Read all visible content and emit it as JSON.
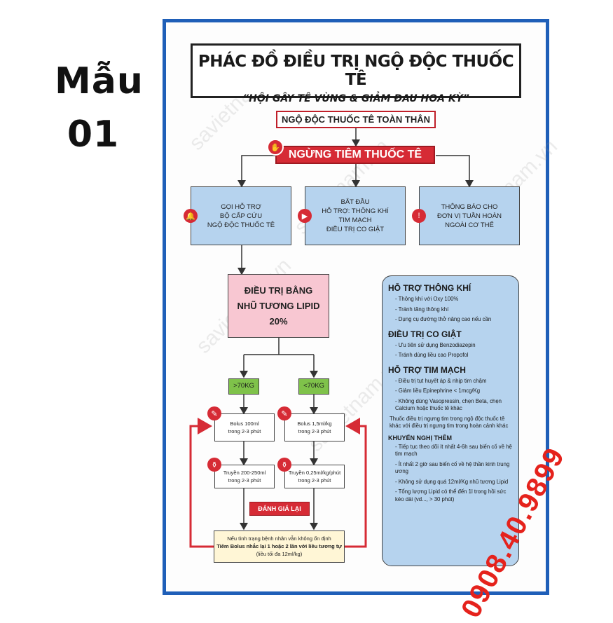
{
  "label": {
    "line1": "Mẫu",
    "line2": "01"
  },
  "poster": {
    "title": "PHÁC ĐỒ ĐIỀU TRỊ NGỘ ĐỘC THUỐC TÊ",
    "subtitle": "“HỘI GÂY TÊ VÙNG & GIẢM ĐAU HOA KỲ”",
    "top_box": "NGỘ ĐỘC THUỐC TÊ TOÀN THÂN",
    "stop_bar": "NGỪNG TIÊM THUỐC TÊ",
    "branches": [
      {
        "text": "GỌI HỖ TRỢ\nBỘ CẤP CỨU\nNGỘ ĐỘC THUỐC TÊ",
        "icon": "bell-icon"
      },
      {
        "text": "BẮT ĐẦU\nHỖ TRỢ: THÔNG KHÍ\nTIM MẠCH\nĐIỀU TRỊ CO GIẬT",
        "icon": "play-icon"
      },
      {
        "text": "THÔNG BÁO CHO\nĐƠN VỊ TUẦN HOÀN\nNGOÀI CƠ THỂ",
        "icon": "warning-icon"
      }
    ],
    "lipid_box": {
      "line1": "ĐIỀU TRỊ BẰNG",
      "line2": "NHŨ TƯƠNG LIPID",
      "line3": "20%"
    },
    "weight_left": ">70KG",
    "weight_right": "<70KG",
    "left_bolus": "Bolus 100ml\ntrong 2-3 phút",
    "left_infusion": "Truyền 200-250ml\ntrong 2-3 phút",
    "right_bolus": "Bolus 1,5ml/kg\ntrong 2-3 phút",
    "right_infusion": "Truyền 0,25ml/kg/phút\ntrong 2-3 phút",
    "reevaluate": "ĐÁNH GIÁ LẠI",
    "bottom_box": {
      "line1": "Nếu tình trạng bệnh nhân vẫn không ổn định",
      "line2": "Tiêm Bolus nhắc lại 1 hoặc 2 lần với liều tương tự",
      "line3": "(liều tối đa 12ml/kg)"
    },
    "side_panel": {
      "sections": [
        {
          "heading": "HỖ TRỢ THÔNG KHÍ",
          "items": [
            "Thông khí với Oxy 100%",
            "Tránh tăng thông khí",
            "Dụng cụ đường thở nâng cao nếu cần"
          ]
        },
        {
          "heading": "ĐIỀU TRỊ CO GIẬT",
          "items": [
            "Ưu tiên sử dụng Benzodiazepin",
            "Tránh dùng liều cao Propofol"
          ]
        },
        {
          "heading": "HỖ TRỢ TIM MẠCH",
          "items": [
            "Điều trị tụt huyết áp & nhịp tim chậm",
            "Giảm liều Epinephrine < 1mcg/Kg",
            "Không dùng Vasopressin, chẹn Beta, chẹn Calcium hoặc thuốc tê khác"
          ]
        }
      ],
      "note": "Thuốc điều trị ngưng tim trong ngộ độc thuốc tê khác với điều trị ngưng tim trong hoàn cảnh khác",
      "recommend_heading": "KHUYẾN NGHỊ THÊM",
      "recommend_items": [
        "Tiếp tục theo dõi ít nhất 4-6h sau biến cố về hệ tim mạch",
        "Ít nhất 2 giờ sau biến cố về hệ thần kinh trung ương",
        "Không sử dụng quá 12ml/Kg nhũ tương Lipid",
        "Tổng lượng Lipid có thể đến 1l trong hồi sức kéo dài (vd..., > 30 phút)"
      ]
    }
  },
  "phone": "0908.40.9899",
  "watermark": "savietnam.vn",
  "colors": {
    "border_blue": "#1f5fb8",
    "alert_red": "#d62b35",
    "panel_blue": "#b6d3ee",
    "pink": "#f8c7d2",
    "green": "#7fc24a"
  }
}
